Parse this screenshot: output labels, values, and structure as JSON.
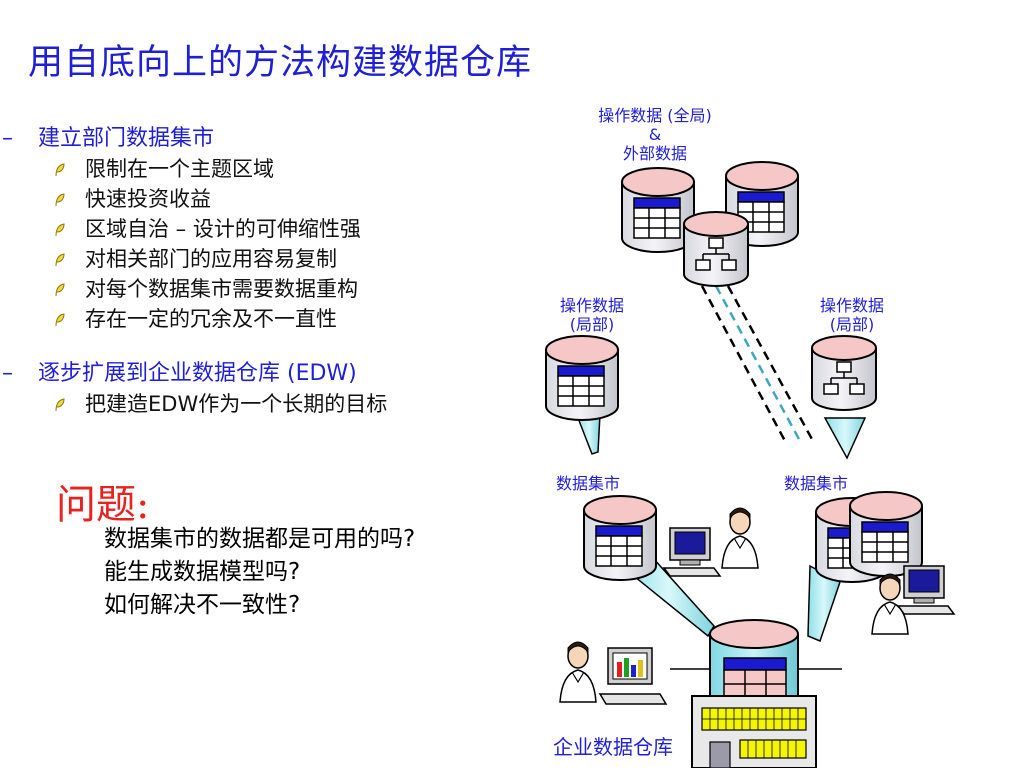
{
  "title": "用自底向上的方法构建数据仓库",
  "sections": [
    {
      "dash": "–",
      "title": "建立部门数据集市",
      "bullets": [
        "限制在一个主题区域",
        "快速投资收益",
        "区域自治 – 设计的可伸缩性强",
        "对相关部门的应用容易复制",
        "对每个数据集市需要数据重构",
        "存在一定的冗余及不一直性"
      ]
    },
    {
      "dash": "–",
      "title": "逐步扩展到企业数据仓库 (EDW)",
      "bullets": [
        "把建造EDW作为一个长期的目标"
      ]
    }
  ],
  "question": {
    "label": "问题:",
    "lines": [
      "数据集市的数据都是可用的吗?",
      "能生成数据模型吗?",
      "如何解决不一致性?"
    ]
  },
  "diagram": {
    "global_ops_line1": "操作数据 (全局)",
    "global_ops_line2": "&",
    "global_ops_line3": "外部数据",
    "local_ops_left_line1": "操作数据",
    "local_ops_left_line2": "(局部)",
    "local_ops_right_line1": "操作数据",
    "local_ops_right_line2": "(局部)",
    "mart_left": "数据集市",
    "mart_right": "数据集市",
    "edw": "企业数据仓库"
  },
  "colors": {
    "title": "#1f1fd6",
    "question": "#e8221e",
    "db_header": "#1a1ad0",
    "cylinder_top": "#f3c6c6",
    "funnel": "#a8e8ee",
    "building": "#f5f500"
  }
}
